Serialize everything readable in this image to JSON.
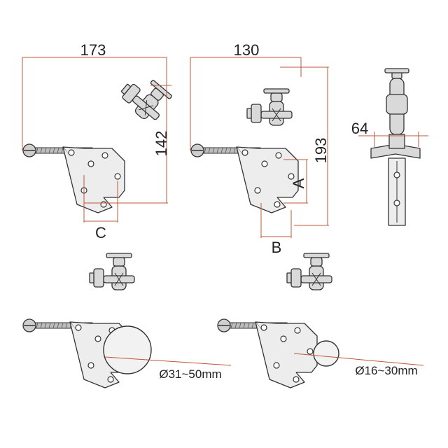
{
  "dimensions": {
    "width_side_view": "173",
    "height_side_view": "142",
    "width_middle_view": "130",
    "height_middle_view": "193",
    "depth_front_view": "64",
    "label_a": "A",
    "label_b": "B",
    "label_c": "C"
  },
  "ranges": {
    "large_tube": "Ø31~50mm",
    "small_tube": "Ø16~30mm"
  },
  "colors": {
    "dimension_lines": "#c0553a",
    "part_fill": "#d9d9d9",
    "outline": "#333333"
  }
}
